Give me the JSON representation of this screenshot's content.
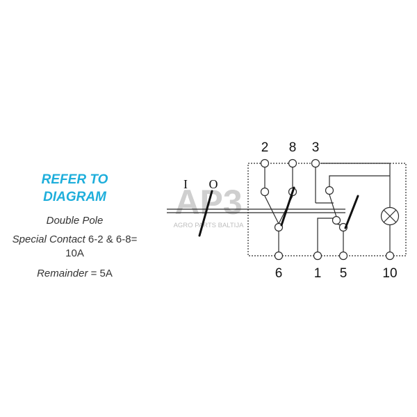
{
  "info": {
    "title_line1": "REFER TO",
    "title_line2": "DIAGRAM",
    "pole_type": "Double Pole",
    "special_label": "Special Contact",
    "special_value_a": "6-2 & 6-8=",
    "special_value_b": "10A",
    "remainder_label": "Remainder",
    "remainder_value": "= 5A"
  },
  "switch_positions": {
    "on": "I",
    "off": "O"
  },
  "terminals_top": [
    "2",
    "8",
    "3"
  ],
  "terminals_bottom": [
    "6",
    "1",
    "5",
    "10"
  ],
  "watermark": {
    "logo": "AP3",
    "subtitle": "AGRO PARTS BALTIJA"
  },
  "colors": {
    "accent": "#1eaedb",
    "line": "#2a2a2a",
    "watermark": "#c8c8c8"
  }
}
